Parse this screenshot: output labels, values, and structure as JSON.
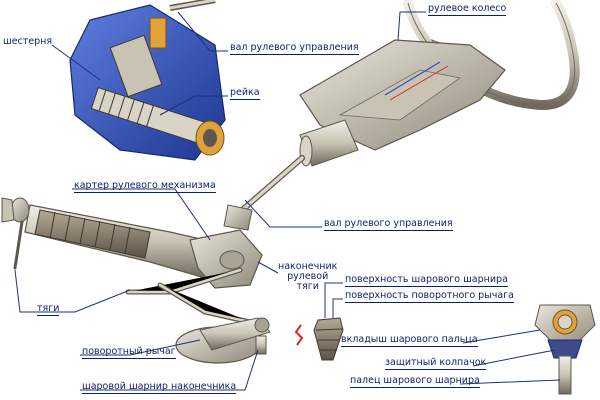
{
  "labels": {
    "steering_wheel": "рулевое колесо",
    "steering_shaft_top": "вал рулевого управления",
    "pinion": "шестерня",
    "rack": "рейка",
    "housing": "картер рулевого механизма",
    "steering_shaft_mid": "вал рулевого управления",
    "tie_end_line1": "наконечник",
    "tie_end_line2": "рулевой",
    "tie_end_line3": "тяги",
    "ball_joint_surface": "поверхность шарового шарнира",
    "pivot_arm_surface": "поверхность поворотного рычага",
    "tie_rods": "тяги",
    "pivot_arm": "поворотный рычаг",
    "tie_end_ball_joint": "шаровой шарнир наконечника",
    "ball_pin_insert": "вкладыш шарового пальца",
    "protective_cap": "защитный колпачок",
    "ball_joint_pin": "палец шарового шарнира"
  },
  "colors": {
    "label_text": "#0b1f6e",
    "leader_line": "#1f2f7a",
    "metal_light": "#d9d4c6",
    "metal_mid": "#a9a394",
    "metal_dark": "#5d584d",
    "rubber": "#8b7f6e",
    "cutaway_blue": "#2f4fb3",
    "cutaway_orange": "#e0a23a",
    "red_accent": "#d8281d"
  }
}
